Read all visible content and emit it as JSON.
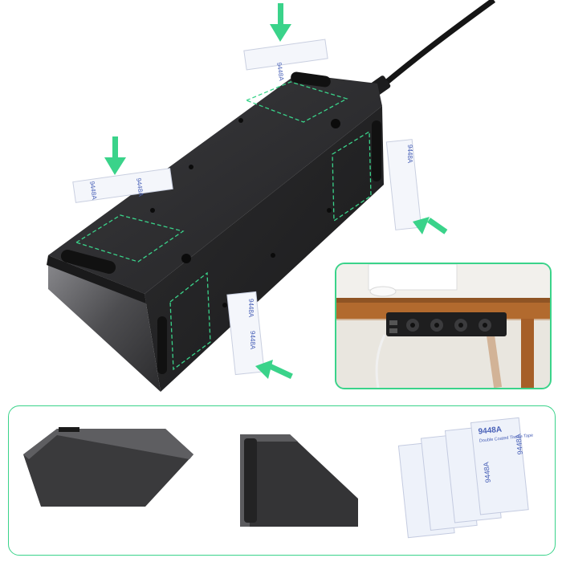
{
  "scene": {
    "description_kind": "product photo",
    "colors": {
      "accent_green": "#3ad38a",
      "housing": "#2a2a2c",
      "tape_print": "#4a62b8",
      "wood": "#b26a2e"
    }
  },
  "tapes": {
    "main_label": "9448A",
    "sub_label": "Double Coated Tissue Tape"
  },
  "icons": [
    "arrow-down-icon",
    "arrow-left-icon"
  ]
}
